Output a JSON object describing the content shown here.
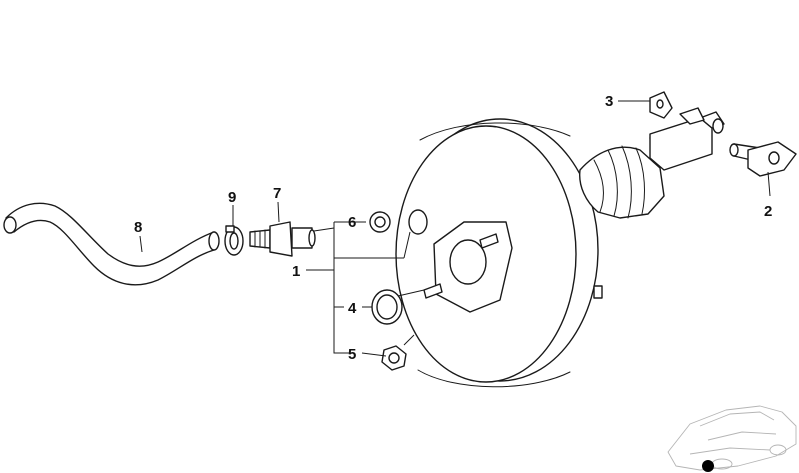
{
  "callouts": {
    "c1": "1",
    "c2": "2",
    "c3": "3",
    "c4": "4",
    "c5": "5",
    "c6": "6",
    "c7": "7",
    "c8": "8",
    "c9": "9"
  },
  "colors": {
    "line": "#1a1a1a",
    "background": "#ffffff",
    "thumbnail": "#b5b5b5"
  }
}
